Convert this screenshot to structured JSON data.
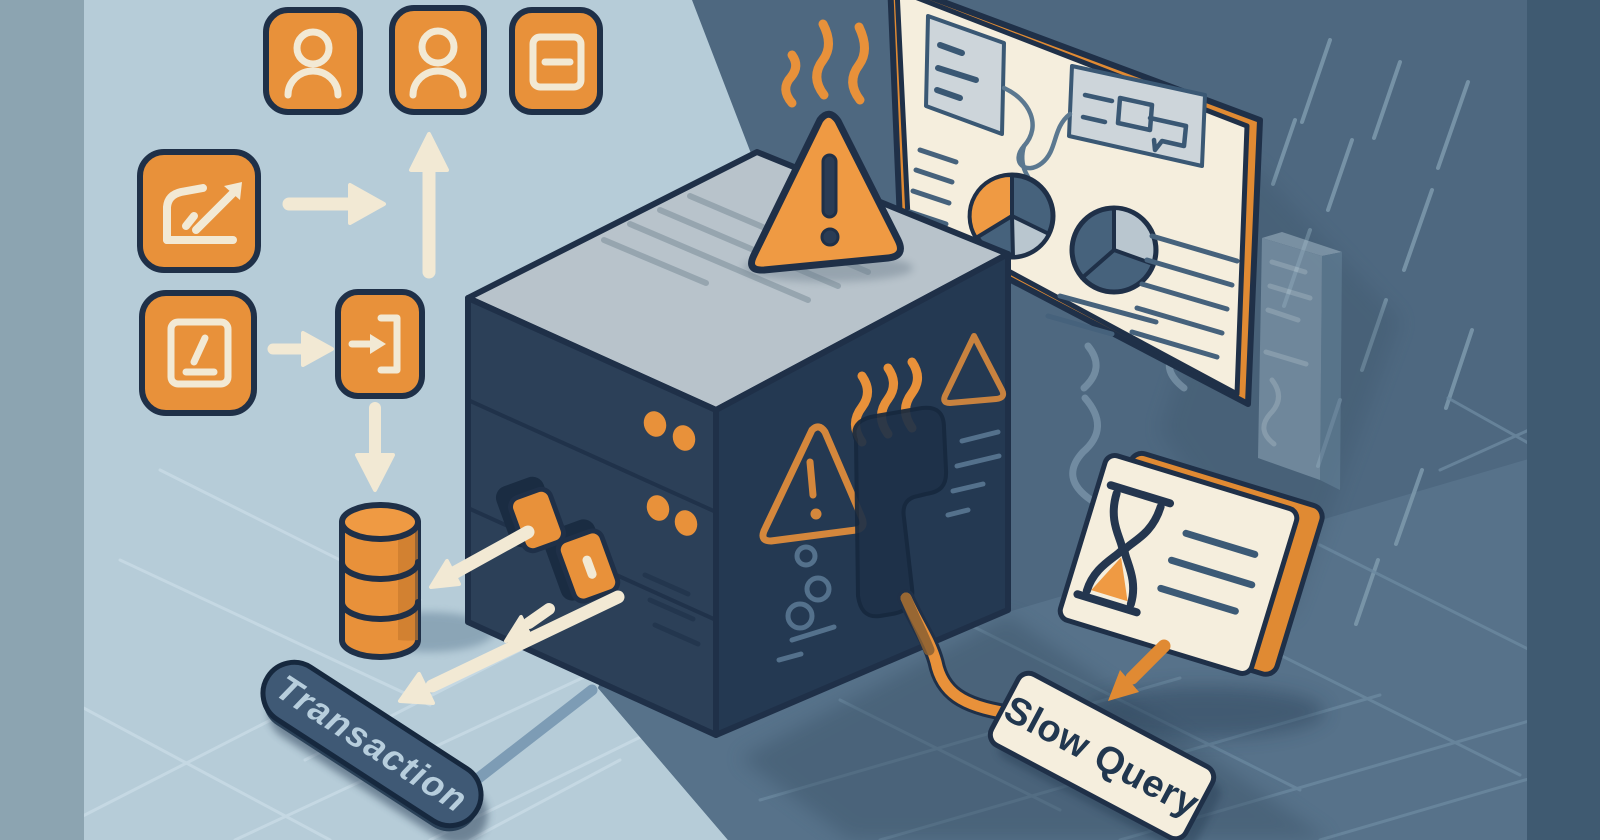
{
  "scene": {
    "description": "Isometric illustration of an overheating database server causing slow queries",
    "left_zone": "healthy light-blue side with user and chart icons feeding a database",
    "right_zone": "dark rainy side with overheating server, dashboard and slow query warning"
  },
  "labels": {
    "transaction": "Transaction",
    "slow_query": "Slow Query"
  },
  "icons": [
    "user-icon",
    "user-icon",
    "remove-box-icon",
    "chart-up-icon",
    "edit-box-icon",
    "login-icon",
    "database-icon",
    "warning-triangle-icon",
    "heat-waves-icon",
    "hourglass-icon",
    "pie-chart-icon",
    "document-lines-icon",
    "plug-port-icon",
    "rain-streaks",
    "server-cube",
    "dashboard-panel"
  ],
  "colors": {
    "orange": "#e8913a",
    "orange_bright": "#ef9a43",
    "orange_deep": "#d4823a",
    "navy_outline": "#1f3048",
    "server_left_face": "#2c4058",
    "server_right_face": "#243952",
    "server_top": "#b8c3cb",
    "cream": "#f5eedd",
    "cream_arrow": "#f2e9d4",
    "light_blue_bg": "#b6ccd8",
    "left_strip": "#8ca4b1",
    "dark_wall": "#4e6880",
    "dark_floor": "#57728a",
    "right_strip": "#3f5a71",
    "pill_fill": "#3f5975",
    "pill_text": "#b7cedd",
    "label_text": "#21374f",
    "panel_gray": "#cdd5da",
    "line_blue": "#46627c"
  }
}
